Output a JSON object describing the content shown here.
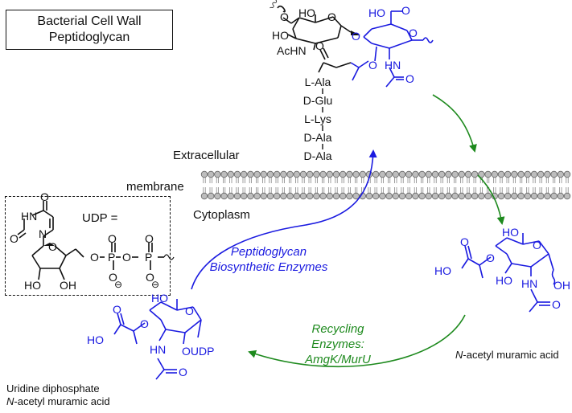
{
  "title": {
    "line1": "Bacterial Cell Wall",
    "line2": "Peptidoglycan"
  },
  "regions": {
    "extracellular": "Extracellular",
    "membrane": "membrane",
    "cytoplasm": "Cytoplasm"
  },
  "peptide_chain": [
    "L-Ala",
    "D-Glu",
    "L-Lys",
    "D-Ala",
    "D-Ala"
  ],
  "udp_box": {
    "equals_label": "UDP =",
    "atoms": {
      "hn": "HN",
      "n": "N",
      "o_top": "O",
      "o_left": "O",
      "ho": "HO",
      "oh": "OH",
      "o_link": "O",
      "p1": "P",
      "p2": "P",
      "o_b1": "O",
      "o_b2": "O",
      "o_mid": "O",
      "o_top1": "O",
      "o_top2": "O",
      "minus": "⊖"
    }
  },
  "peptidoglycan": {
    "atoms": {
      "ho1": "HO",
      "ho2": "HO",
      "o1": "O",
      "o2": "O",
      "o3": "O",
      "o4": "O",
      "o5": "O",
      "o6": "O",
      "o7": "O",
      "acnh": "AcHN",
      "nh": "HN",
      "ho3": "HO"
    }
  },
  "murnac": {
    "name_prefix": "N",
    "name_rest": "-acetyl muramic acid",
    "atoms": {
      "ho": "HO",
      "o1": "O",
      "o2": "O",
      "o3": "O",
      "oh": "OH",
      "hn": "HN",
      "o4": "O",
      "ho_ring": "HO",
      "o_ring": "O"
    }
  },
  "udp_murnac": {
    "name_line1": "Uridine diphosphate",
    "name_prefix": "N",
    "name_rest": "-acetyl muramic acid",
    "atoms": {
      "ho": "HO",
      "o1": "O",
      "o2": "O",
      "o3": "O",
      "hn": "HN",
      "oudp": "OUDP",
      "o4": "O",
      "ho_ring": "HO",
      "o_ring": "O"
    }
  },
  "pathways": {
    "biosynthetic": {
      "line1": "Peptidoglycan",
      "line2": "Biosynthetic Enzymes",
      "color": "#1a1ae0"
    },
    "recycling": {
      "line1": "Recycling",
      "line2": "Enzymes:",
      "line3": "AmgK/MurU",
      "color": "#1e8a1e"
    }
  },
  "colors": {
    "blue": "#1a1ae0",
    "green": "#1e8a1e",
    "black": "#111111",
    "membrane_bead": "#bdbdbd"
  }
}
